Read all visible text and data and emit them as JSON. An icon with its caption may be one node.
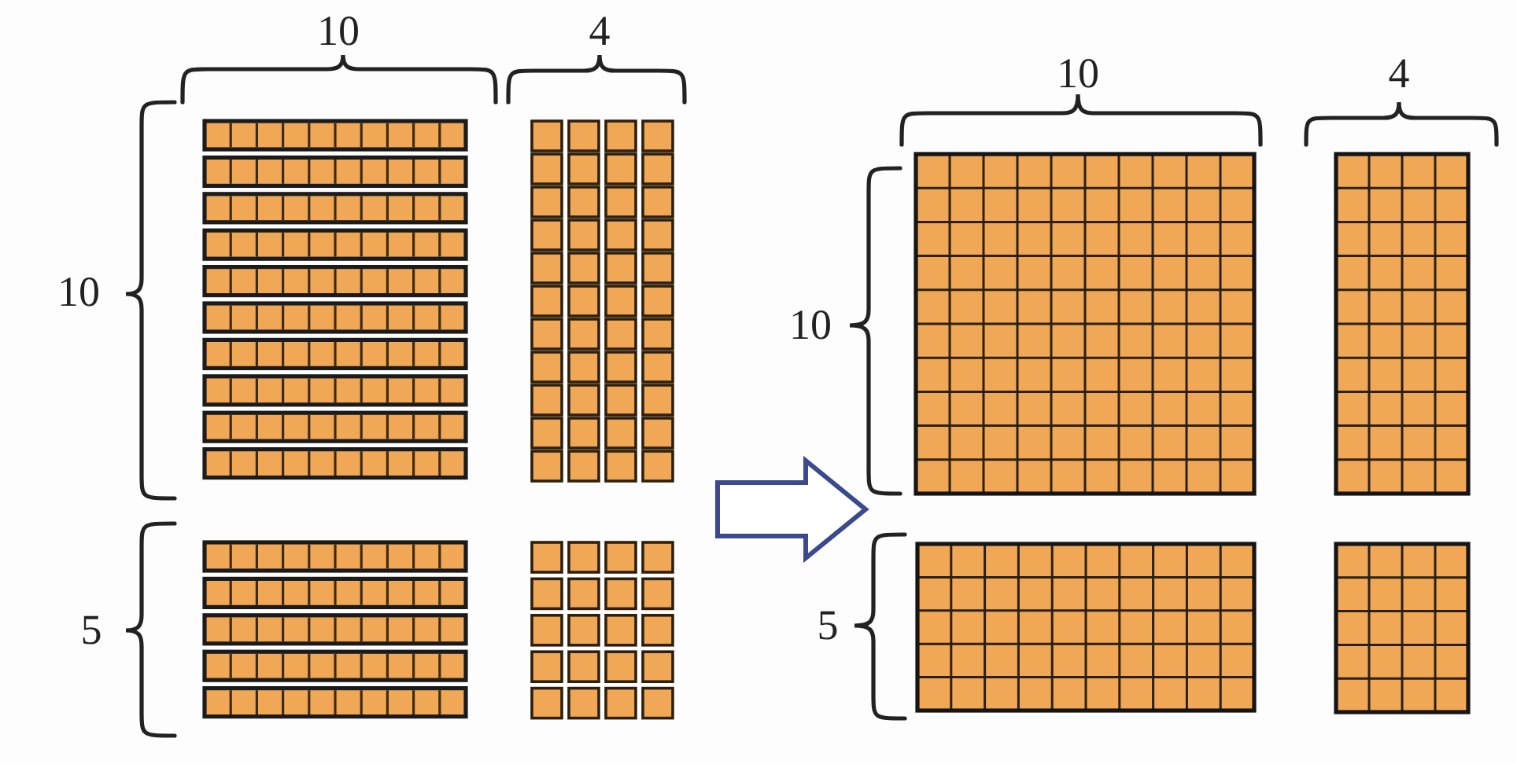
{
  "diagram": {
    "nodes": [
      {
        "text": [],
        "shape": "picture"
      },
      {
        "text": [],
        "shape": "picture"
      }
    ],
    "edges": [
      {
        "from": 0,
        "to": 1,
        "arrow": "to"
      }
    ],
    "labels": [
      "10",
      "4",
      "10",
      "5",
      "10",
      "4",
      "10",
      "5"
    ]
  }
}
